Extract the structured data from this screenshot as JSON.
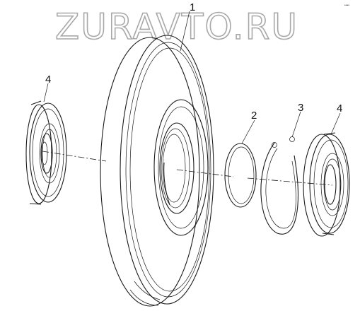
{
  "watermark": "ZURAVTO.RU",
  "corner_mark": "••••",
  "callouts": {
    "c1": "1",
    "c2": "2",
    "c3": "3",
    "c4_left": "4",
    "c4_right": "4"
  },
  "parts": {
    "p1": "sheave-disc",
    "p2": "seal-ring",
    "p3": "snap-ring",
    "p4": "ball-bearing"
  }
}
